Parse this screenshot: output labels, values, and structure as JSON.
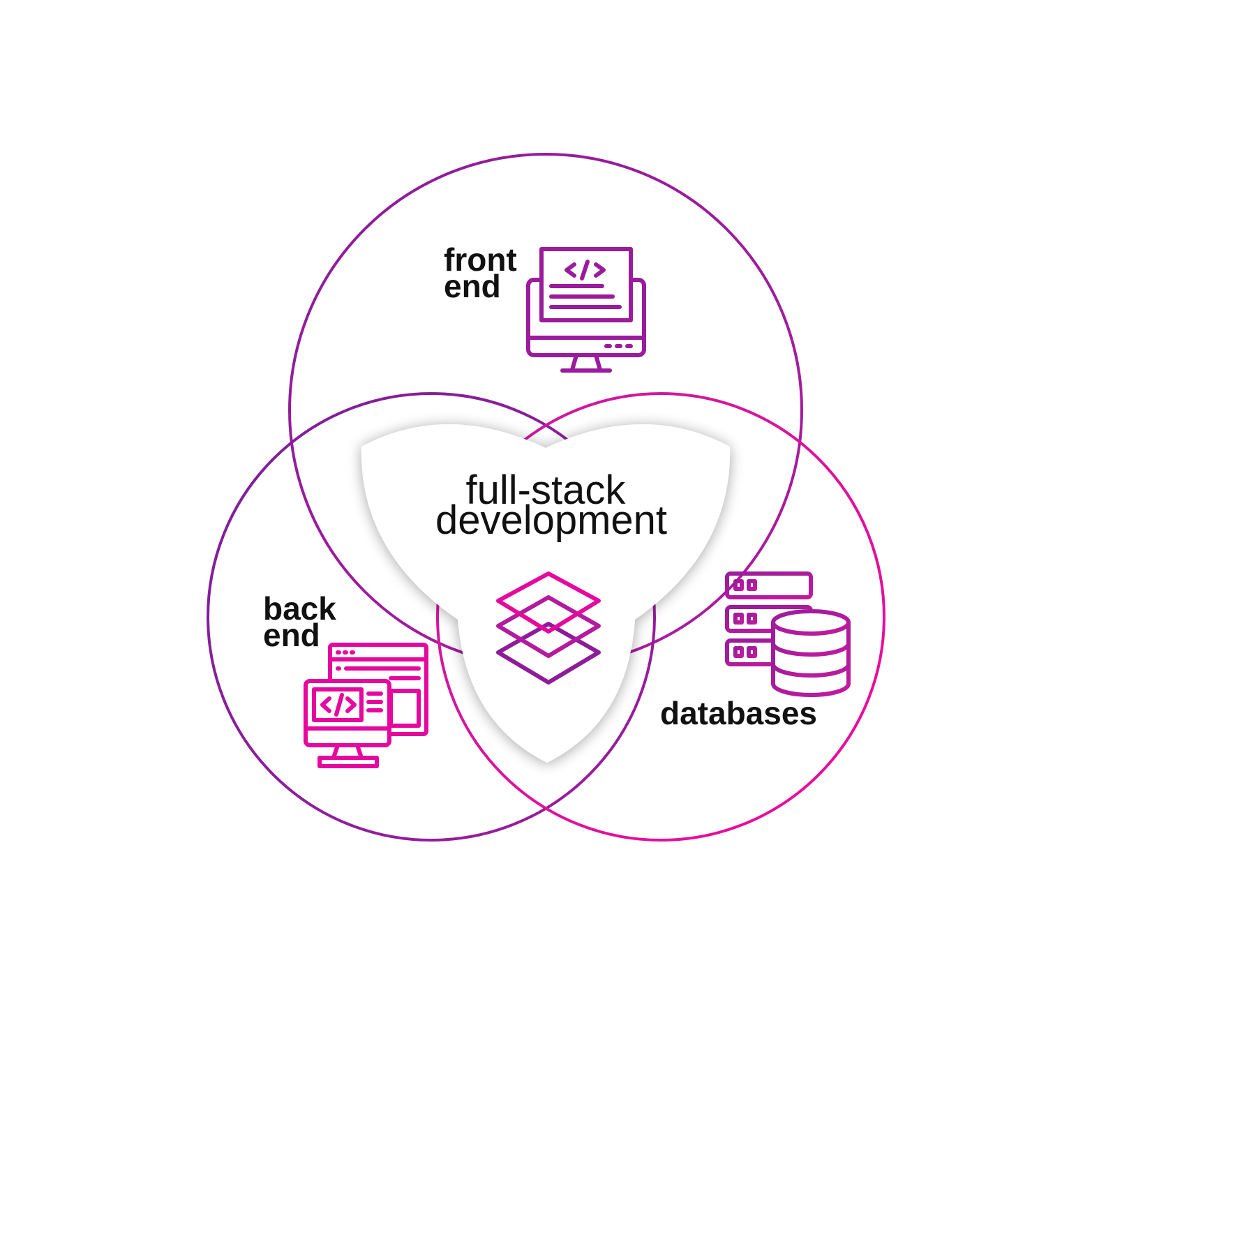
{
  "colors": {
    "purple": "#8e1c9a",
    "magenta": "#e6089e",
    "mid": "#b31a9e",
    "text": "#111111",
    "background": "#ffffff"
  },
  "diagram": {
    "type": "venn",
    "center_label": {
      "line1": "full-stack",
      "line2": "development",
      "icon": "layers-icon"
    },
    "sets": [
      {
        "line1": "front",
        "line2": "end",
        "icon": "monitor-code-icon"
      },
      {
        "line1": "back",
        "line2": "end",
        "icon": "code-windows-icon"
      },
      {
        "line1": "databases",
        "icon": "server-database-icon"
      }
    ]
  }
}
